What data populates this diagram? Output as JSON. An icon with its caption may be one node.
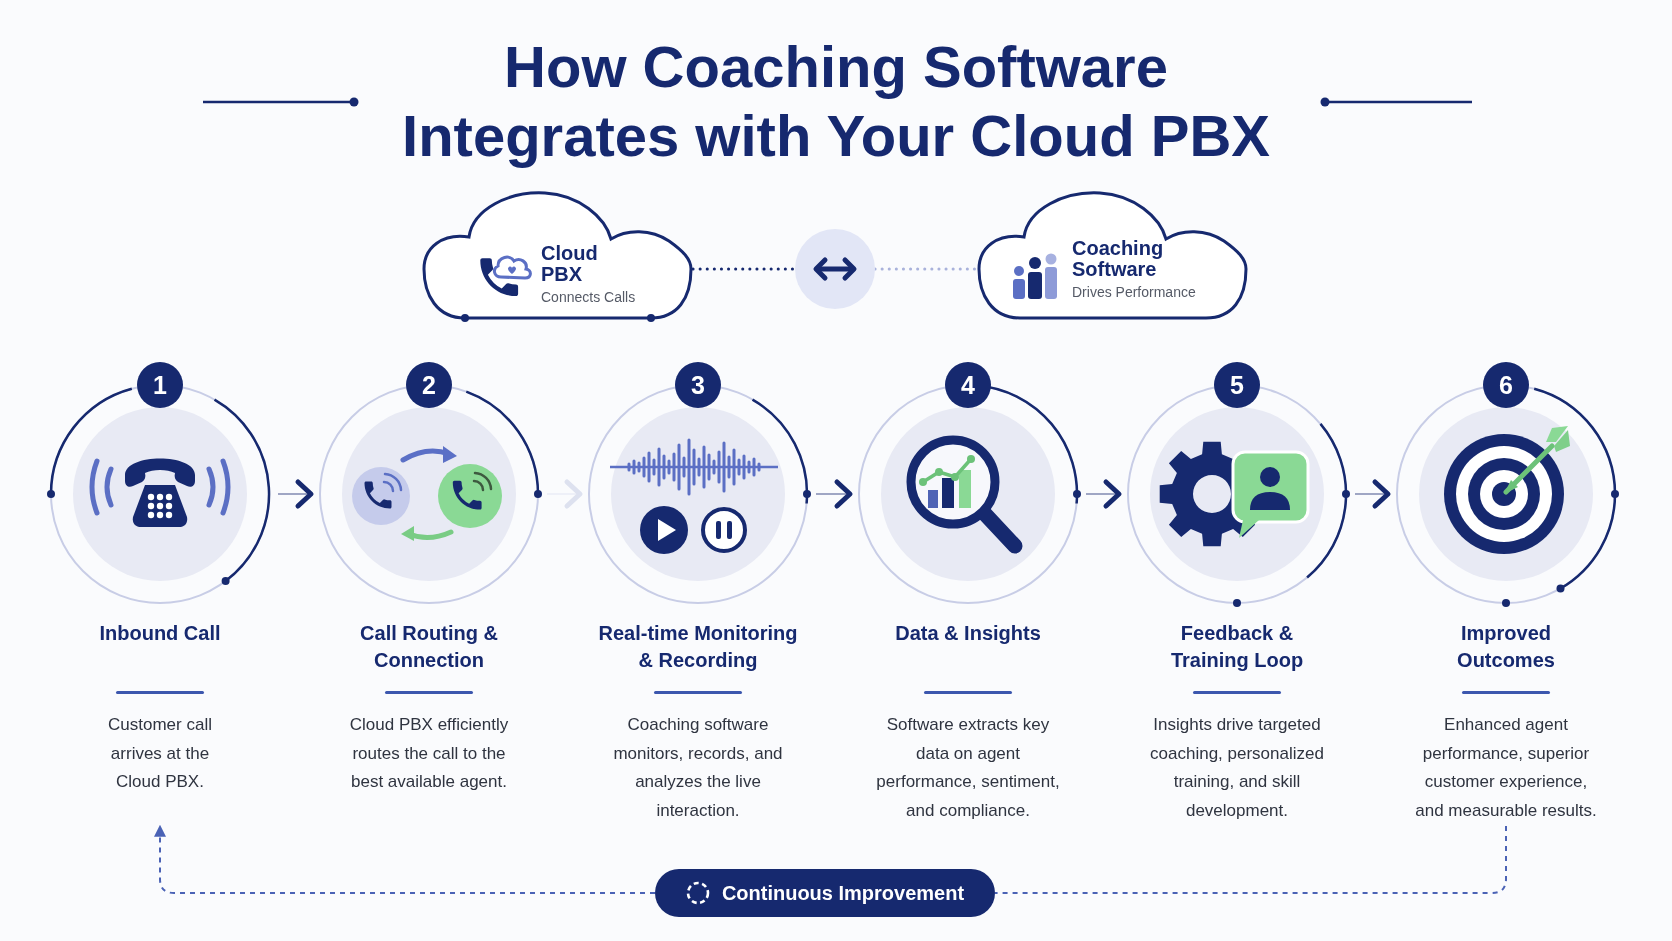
{
  "diagram": {
    "title": "How Coaching Software Integrates with Your Cloud PBX",
    "nodes": [
      {
        "text": [
          "Cloud PBX",
          "Connects Calls"
        ]
      },
      {
        "text": [],
        "shape": "circle"
      },
      {
        "text": [
          "Coaching Software",
          "Drives Performance"
        ]
      },
      {
        "text": [
          "1",
          "Inbound Call",
          "Customer call arrives at the Cloud PBX."
        ]
      },
      {
        "text": [
          "2",
          "Call Routing & Connection",
          "Cloud PBX efficiently routes the call to the best available agent."
        ]
      },
      {
        "text": [
          "3",
          "Real-time Monitoring & Recording",
          "Coaching software monitors, records, and analyzes the live interaction."
        ]
      },
      {
        "text": [
          "4",
          "Data & Insights",
          "Software extracts key data on agent performance, sentiment, and compliance."
        ]
      },
      {
        "text": [
          "5",
          "Feedback & Training Loop",
          "Insights drive targeted coaching, personalized training, and skill development."
        ]
      },
      {
        "text": [
          "6",
          "Improved Outcomes",
          "Enhanced agent performance, superior customer experience, and measurable results."
        ]
      },
      {
        "text": [
          "Continuous Improvement"
        ]
      }
    ],
    "edges": [
      {
        "from": 0,
        "to": 1,
        "arrow": "none",
        "style": "dashed"
      },
      {
        "from": 1,
        "to": 2,
        "arrow": "none",
        "style": "dashed",
        "color": "#a9b2db"
      },
      {
        "from": 3,
        "to": 4,
        "arrow": "to"
      },
      {
        "from": 4,
        "to": 5,
        "arrow": "to",
        "color": "#dde1ef"
      },
      {
        "from": 5,
        "to": 6,
        "arrow": "to"
      },
      {
        "from": 6,
        "to": 7,
        "arrow": "to"
      },
      {
        "from": 7,
        "to": 8,
        "arrow": "to"
      },
      {
        "from": 8,
        "to": 9,
        "arrow": "none",
        "style": "dashed",
        "color": "#4a62b5"
      },
      {
        "from": 9,
        "to": 3,
        "arrow": "to",
        "style": "dashed",
        "color": "#4a62b5"
      }
    ]
  }
}
